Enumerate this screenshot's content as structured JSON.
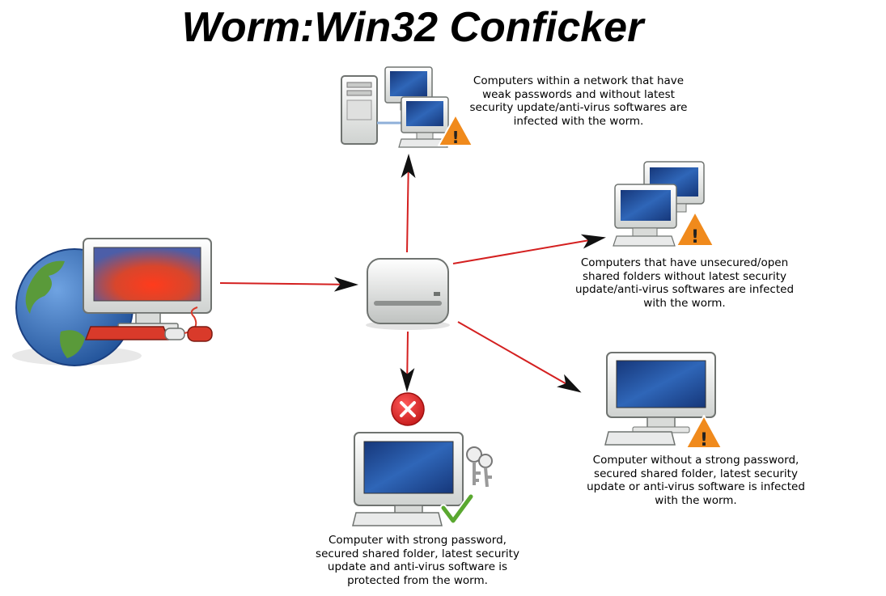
{
  "title": "Worm:Win32 Conficker",
  "nodes": {
    "source": {
      "kind": "infected-internet-computer"
    },
    "hub": {
      "kind": "removable-drive"
    },
    "network": {
      "kind": "network-with-weak-passwords",
      "caption": "Computers within a network that have\nweak passwords and without latest\nsecurity update/anti-virus softwares are\ninfected with the worm.",
      "status": "warning"
    },
    "shared": {
      "kind": "unsecured-shared-folders",
      "caption": "Computers that have unsecured/open\nshared folders without latest security\nupdate/anti-virus softwares are infected\nwith the worm.",
      "status": "warning"
    },
    "weak": {
      "kind": "no-strong-password",
      "caption": "Computer without a strong password,\nsecured shared folder, latest security\nupdate or anti-virus software is infected\nwith the worm.",
      "status": "warning"
    },
    "protected": {
      "kind": "protected-computer",
      "caption": "Computer with strong password,\nsecured shared folder, latest security\nupdate and anti-virus software is\nprotected from the worm.",
      "status": "blocked"
    }
  },
  "colors": {
    "arrow": "#d42020",
    "arrowhead": "#111111",
    "screen_blue": "#1f4f9f",
    "screen_red": "#d83a2a",
    "warning": "#f08a1c",
    "blocked": "#d7262a",
    "check": "#5aa830"
  },
  "edges": [
    {
      "from": "source",
      "to": "hub"
    },
    {
      "from": "hub",
      "to": "network"
    },
    {
      "from": "hub",
      "to": "shared"
    },
    {
      "from": "hub",
      "to": "weak"
    },
    {
      "from": "hub",
      "to": "protected"
    }
  ]
}
